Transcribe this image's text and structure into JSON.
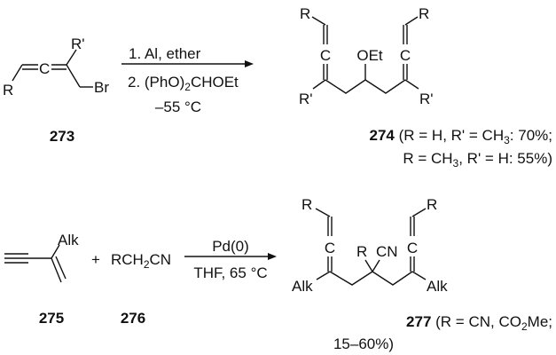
{
  "scheme1": {
    "reactant": {
      "id": "273",
      "labels": {
        "r": "R",
        "rp": "R'",
        "c": "C",
        "br": "Br"
      }
    },
    "conditions": {
      "step1": "1. Al, ether",
      "step2_pre": "2. (PhO)",
      "step2_sub": "2",
      "step2_post": "CHOEt",
      "temp": "–55 °C"
    },
    "product": {
      "id": "274",
      "labels": {
        "r": "R",
        "rp": "R'",
        "c": "C",
        "oet": "OEt"
      },
      "line1_pre": " (R = H, R' = CH",
      "line1_sub": "3",
      "line1_post": ": 70%;",
      "line2_pre": "R = CH",
      "line2_sub": "3",
      "line2_post": ", R' = H: 55%)"
    }
  },
  "scheme2": {
    "reactant1": {
      "id": "275",
      "alk": "Alk"
    },
    "plus": "+",
    "reactant2": {
      "id": "276",
      "pre": "RCH",
      "sub": "2",
      "post": "CN"
    },
    "conditions": {
      "catalyst": "Pd(0)",
      "solvent_temp": "THF, 65 °C"
    },
    "product": {
      "id": "277",
      "labels": {
        "r": "R",
        "c": "C",
        "cn": "CN",
        "alk": "Alk"
      },
      "line1_pre": " (R = CN, CO",
      "line1_sub": "2",
      "line1_post": "Me;",
      "line2": "15–60%)"
    }
  }
}
